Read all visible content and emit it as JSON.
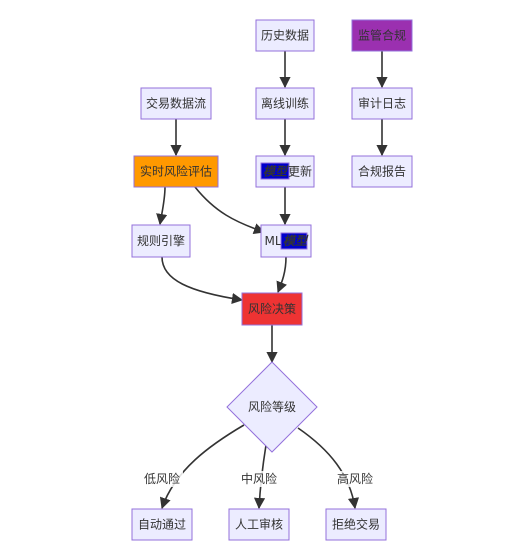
{
  "colors": {
    "default_fill": "#ececff",
    "default_stroke": "#9370db",
    "realtime_fill": "#ff9900",
    "regulatory_fill": "#9b30b0",
    "decision_fill": "#ee3333",
    "badge_fill": "#0000cc",
    "edge": "#333333"
  },
  "nodes": {
    "history": "历史数据",
    "regulatory": "监管合规",
    "txstream": "交易数据流",
    "offline": "离线训练",
    "audit": "审计日志",
    "realtime": "实时风险评估",
    "update_prefix": "",
    "update_badge": "模型",
    "update_suffix": "更新",
    "compliance": "合规报告",
    "rules": "规则引擎",
    "ml_prefix": "ML",
    "ml_badge": "模型",
    "decision": "风险决策",
    "level": "风险等级",
    "auto": "自动通过",
    "manual": "人工审核",
    "reject": "拒绝交易"
  },
  "edge_labels": {
    "low": "低风险",
    "medium": "中风险",
    "high": "高风险"
  }
}
